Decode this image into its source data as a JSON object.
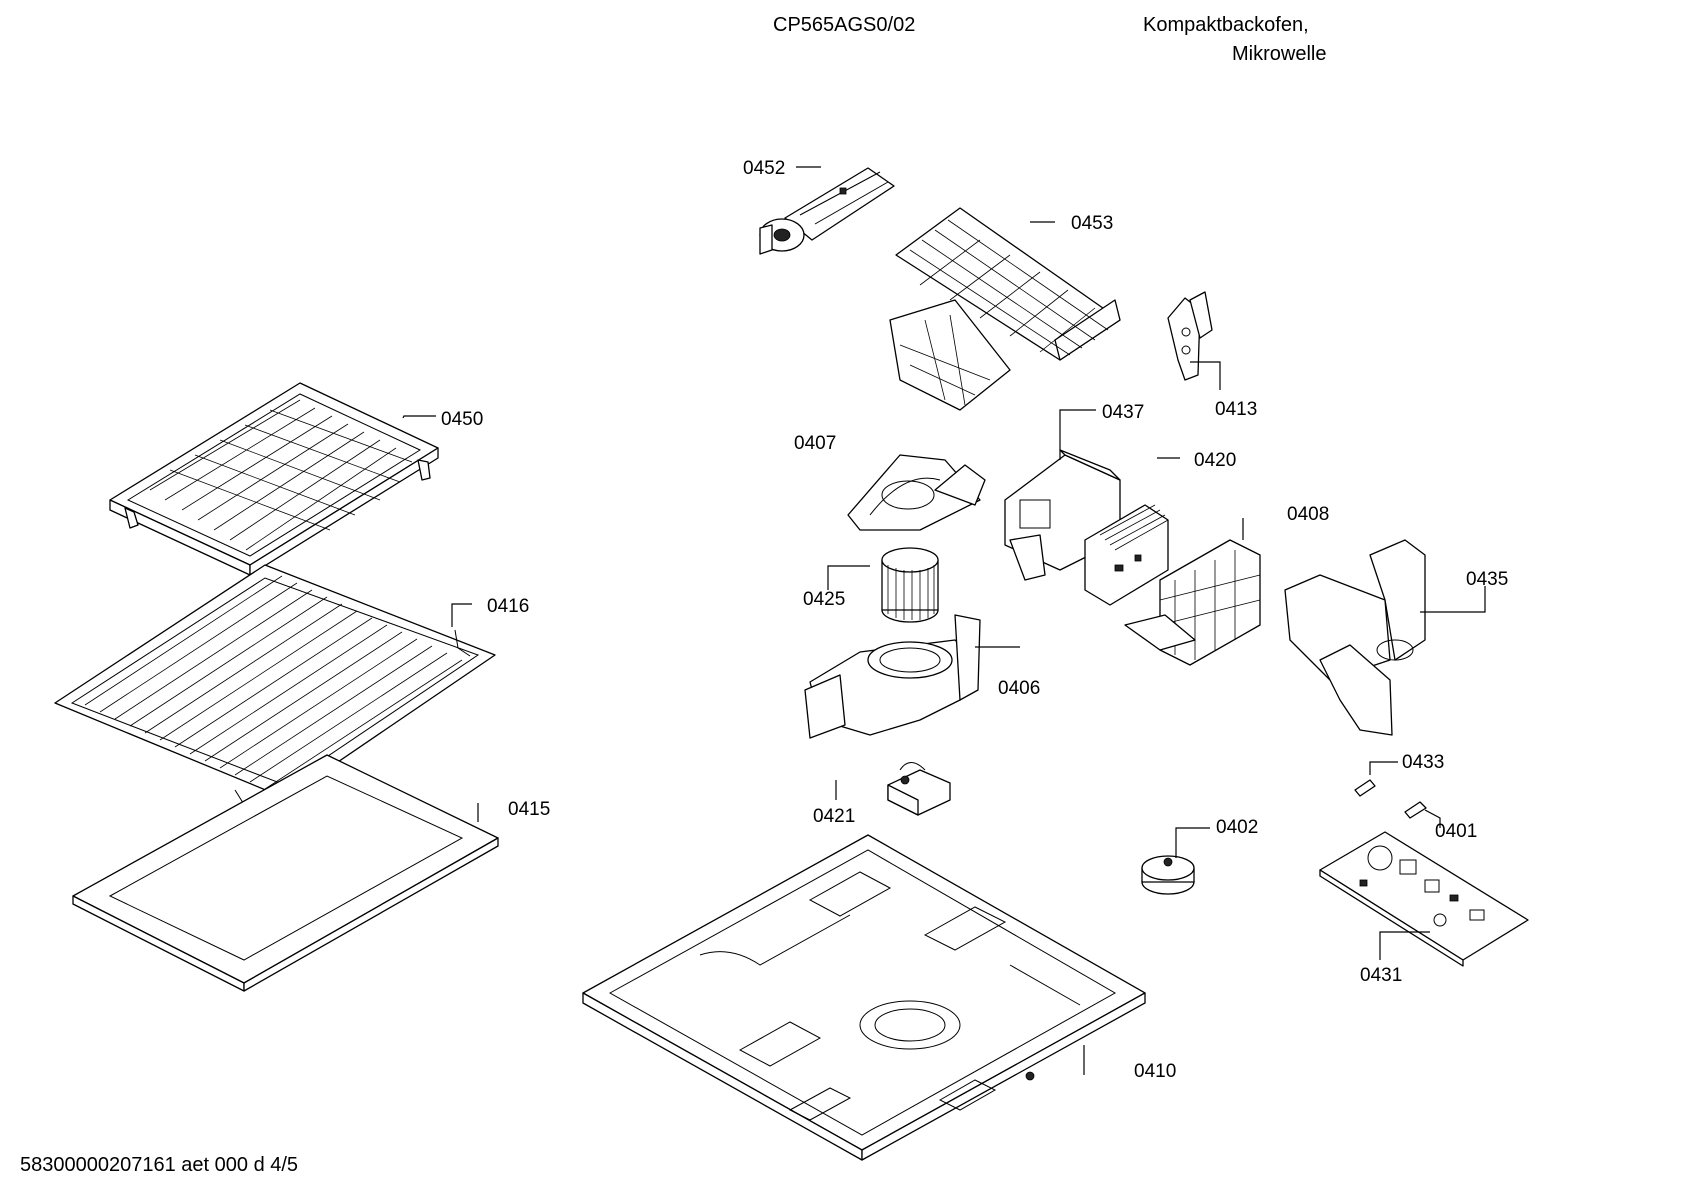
{
  "header": {
    "model": "CP565AGS0/02",
    "description_line1": "Kompaktbackofen,",
    "description_line2": "Mikrowelle"
  },
  "footer": {
    "document_code": "58300000207161 aet 000 d 4/5"
  },
  "parts": [
    {
      "id": "0401",
      "label": "0401"
    },
    {
      "id": "0402",
      "label": "0402"
    },
    {
      "id": "0406",
      "label": "0406"
    },
    {
      "id": "0407",
      "label": "0407"
    },
    {
      "id": "0408",
      "label": "0408"
    },
    {
      "id": "0410",
      "label": "0410"
    },
    {
      "id": "0413",
      "label": "0413"
    },
    {
      "id": "0415",
      "label": "0415"
    },
    {
      "id": "0416",
      "label": "0416"
    },
    {
      "id": "0420",
      "label": "0420"
    },
    {
      "id": "0421",
      "label": "0421"
    },
    {
      "id": "0425",
      "label": "0425"
    },
    {
      "id": "0431",
      "label": "0431"
    },
    {
      "id": "0433",
      "label": "0433"
    },
    {
      "id": "0435",
      "label": "0435"
    },
    {
      "id": "0437",
      "label": "0437"
    },
    {
      "id": "0450",
      "label": "0450"
    },
    {
      "id": "0452",
      "label": "0452"
    },
    {
      "id": "0453",
      "label": "0453"
    }
  ]
}
